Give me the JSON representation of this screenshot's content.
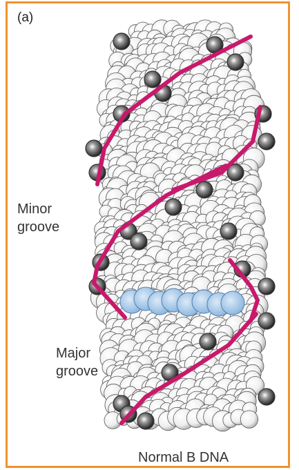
{
  "figure": {
    "panel_label": "(a)",
    "minor_groove_label": [
      "Minor",
      "groove"
    ],
    "major_groove_label": [
      "Major",
      "groove"
    ],
    "caption": "Normal B DNA",
    "colors": {
      "border": "#f0922e",
      "backbone": "#c8196c",
      "base_pair": "#a9cbe8",
      "phosphate": "#333333"
    }
  }
}
